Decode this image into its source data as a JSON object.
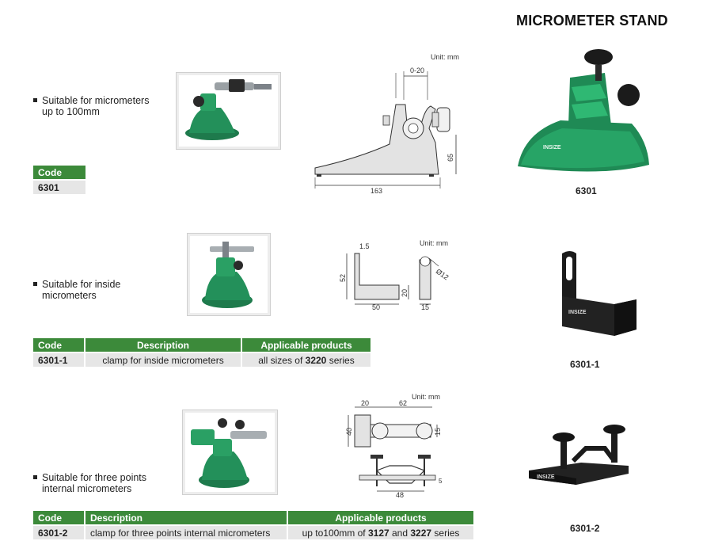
{
  "page_title": "MICROMETER STAND",
  "section1": {
    "bullet_line1": "Suitable for micrometers",
    "bullet_line2": "up to 100mm",
    "code_header": "Code",
    "code_value": "6301",
    "drawing": {
      "unit": "Unit: mm",
      "dim_range": "0-20",
      "dim_height": "65",
      "dim_length": "163"
    },
    "product_caption": "6301"
  },
  "section2": {
    "bullet_line1": "Suitable for inside",
    "bullet_line2": "micrometers",
    "table": {
      "headers": [
        "Code",
        "Description",
        "Applicable products"
      ],
      "code": "6301-1",
      "description": "clamp for inside micrometers",
      "applicable_prefix": "all sizes of ",
      "applicable_bold": "3220",
      "applicable_suffix": " series"
    },
    "drawing": {
      "unit": "Unit: mm",
      "dim_thickness": "1.5",
      "dim_height": "52",
      "dim_base": "50",
      "dim_base_height": "20",
      "dim_width": "15",
      "dim_hole": "Ø12"
    },
    "product_caption": "6301-1"
  },
  "section3": {
    "bullet_line1": "Suitable for three points",
    "bullet_line2": "internal micrometers",
    "table": {
      "headers": [
        "Code",
        "Description",
        "Applicable products"
      ],
      "code": "6301-2",
      "description": "clamp for three points internal micrometers",
      "applicable_prefix": "up to100mm of ",
      "applicable_bold1": "3127",
      "applicable_mid": " and ",
      "applicable_bold2": "3227",
      "applicable_suffix": " series"
    },
    "drawing": {
      "unit": "Unit: mm",
      "dim_a": "20",
      "dim_b": "62",
      "dim_height": "40",
      "dim_side": "15",
      "dim_bottom": "48",
      "dim_small": "5"
    },
    "product_caption": "6301-2"
  }
}
